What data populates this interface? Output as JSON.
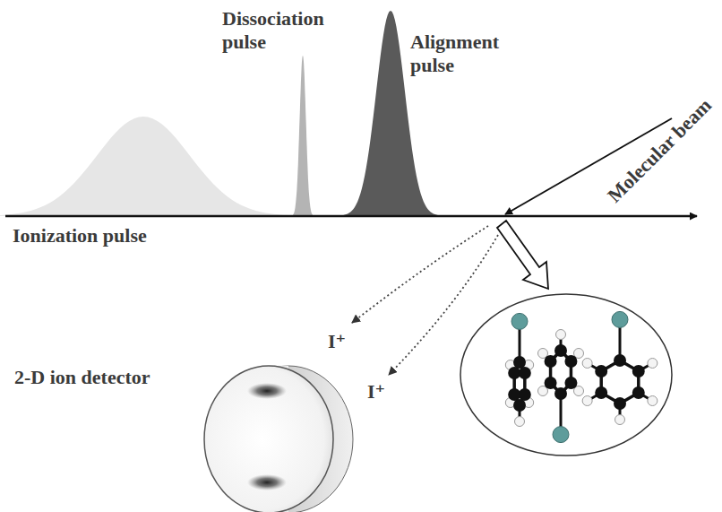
{
  "diagram": {
    "labels": [
      "Dissociation pulse",
      "Alignment pulse",
      "Molecular beam",
      "Ionization pulse",
      "2-D ion detector",
      "I⁺",
      "I⁺"
    ]
  }
}
